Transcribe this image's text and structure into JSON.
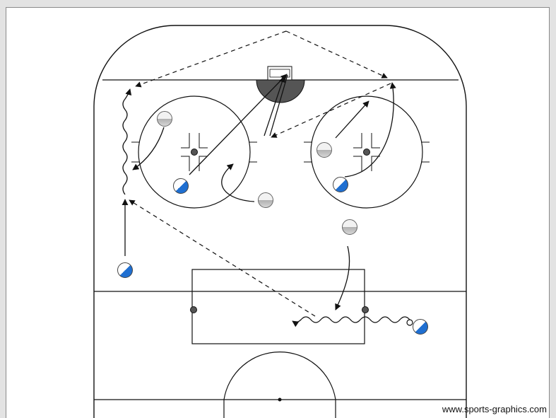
{
  "watermark": "www.sports-graphics.com",
  "colors": {
    "line": "#111111",
    "goal_crease": "#555555",
    "player_blue": "#1f6fd1",
    "player_gray": "#bdbdbd",
    "background": "#ffffff"
  },
  "players": [
    {
      "team": "blue",
      "label": ""
    },
    {
      "team": "blue",
      "label": ""
    },
    {
      "team": "blue",
      "label": ""
    },
    {
      "team": "blue",
      "label": ""
    },
    {
      "team": "gray",
      "label": ""
    },
    {
      "team": "gray",
      "label": ""
    },
    {
      "team": "gray",
      "label": ""
    },
    {
      "team": "gray",
      "label": ""
    }
  ]
}
